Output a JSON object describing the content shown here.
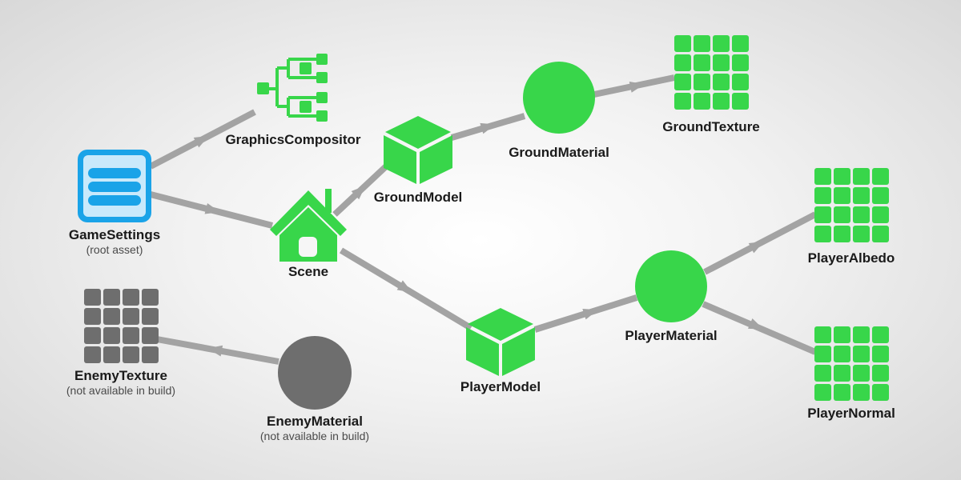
{
  "colors": {
    "edge": "#a3a3a3",
    "available": "#38d64a",
    "unavailable": "#6e6e6e",
    "root": "#1aa3e8",
    "root_fill": "#c9e9fb"
  },
  "nodes": {
    "game_settings": {
      "label": "GameSettings",
      "sublabel": "(root asset)",
      "icon": "settings-list-icon"
    },
    "graphics_compositor": {
      "label": "GraphicsCompositor",
      "icon": "tree-hierarchy-icon"
    },
    "scene": {
      "label": "Scene",
      "icon": "house-icon"
    },
    "ground_model": {
      "label": "GroundModel",
      "icon": "cube-icon"
    },
    "ground_material": {
      "label": "GroundMaterial",
      "icon": "sphere-icon"
    },
    "ground_texture": {
      "label": "GroundTexture",
      "icon": "texture-grid-icon"
    },
    "player_model": {
      "label": "PlayerModel",
      "icon": "cube-icon"
    },
    "player_material": {
      "label": "PlayerMaterial",
      "icon": "sphere-icon"
    },
    "player_albedo": {
      "label": "PlayerAlbedo",
      "icon": "texture-grid-icon"
    },
    "player_normal": {
      "label": "PlayerNormal",
      "icon": "texture-grid-icon"
    },
    "enemy_texture": {
      "label": "EnemyTexture",
      "sublabel": "(not available in build)",
      "icon": "texture-grid-icon"
    },
    "enemy_material": {
      "label": "EnemyMaterial",
      "sublabel": "(not available in build)",
      "icon": "sphere-icon"
    }
  },
  "edges": [
    {
      "from": "GameSettings",
      "to": "GraphicsCompositor"
    },
    {
      "from": "GameSettings",
      "to": "Scene"
    },
    {
      "from": "Scene",
      "to": "GroundModel"
    },
    {
      "from": "GroundModel",
      "to": "GroundMaterial"
    },
    {
      "from": "GroundMaterial",
      "to": "GroundTexture"
    },
    {
      "from": "Scene",
      "to": "PlayerModel"
    },
    {
      "from": "PlayerModel",
      "to": "PlayerMaterial"
    },
    {
      "from": "PlayerMaterial",
      "to": "PlayerAlbedo"
    },
    {
      "from": "PlayerMaterial",
      "to": "PlayerNormal"
    },
    {
      "from": "EnemyMaterial",
      "to": "EnemyTexture"
    }
  ]
}
